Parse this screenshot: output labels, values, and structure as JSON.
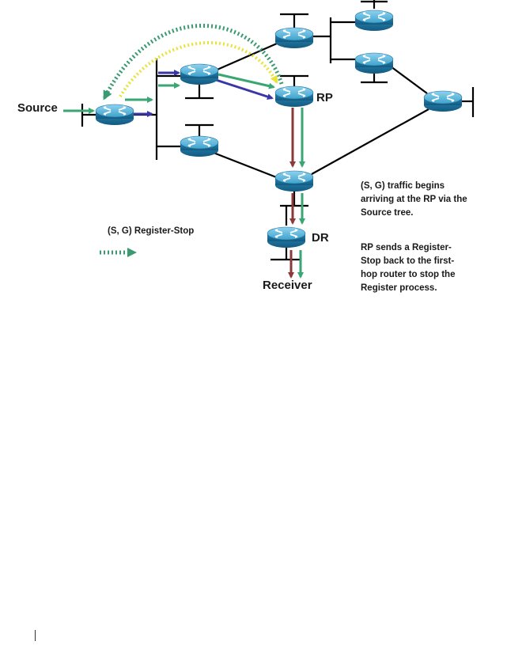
{
  "labels": {
    "source": "Source",
    "rp": "RP",
    "dr": "DR",
    "receiver": "Receiver"
  },
  "legend": {
    "text": "(S, G) Register-Stop"
  },
  "notes": {
    "note1": [
      "(S, G) traffic begins",
      "arriving at the RP via the",
      "Source tree."
    ],
    "note2": [
      "RP sends a Register-",
      "Stop back to the first-",
      "hop router to stop the",
      "Register process."
    ]
  },
  "colors": {
    "router_top": "#4fb3d9",
    "router_side": "#1d6f99",
    "link": "#000000",
    "green": "#3aa673",
    "blue": "#3b36a8",
    "brown": "#8b3a3a",
    "yellow": "#e8e23a",
    "register_stop": "#3a9a70"
  },
  "icons": [
    "router-icon",
    "register-stop-arrow-icon"
  ]
}
